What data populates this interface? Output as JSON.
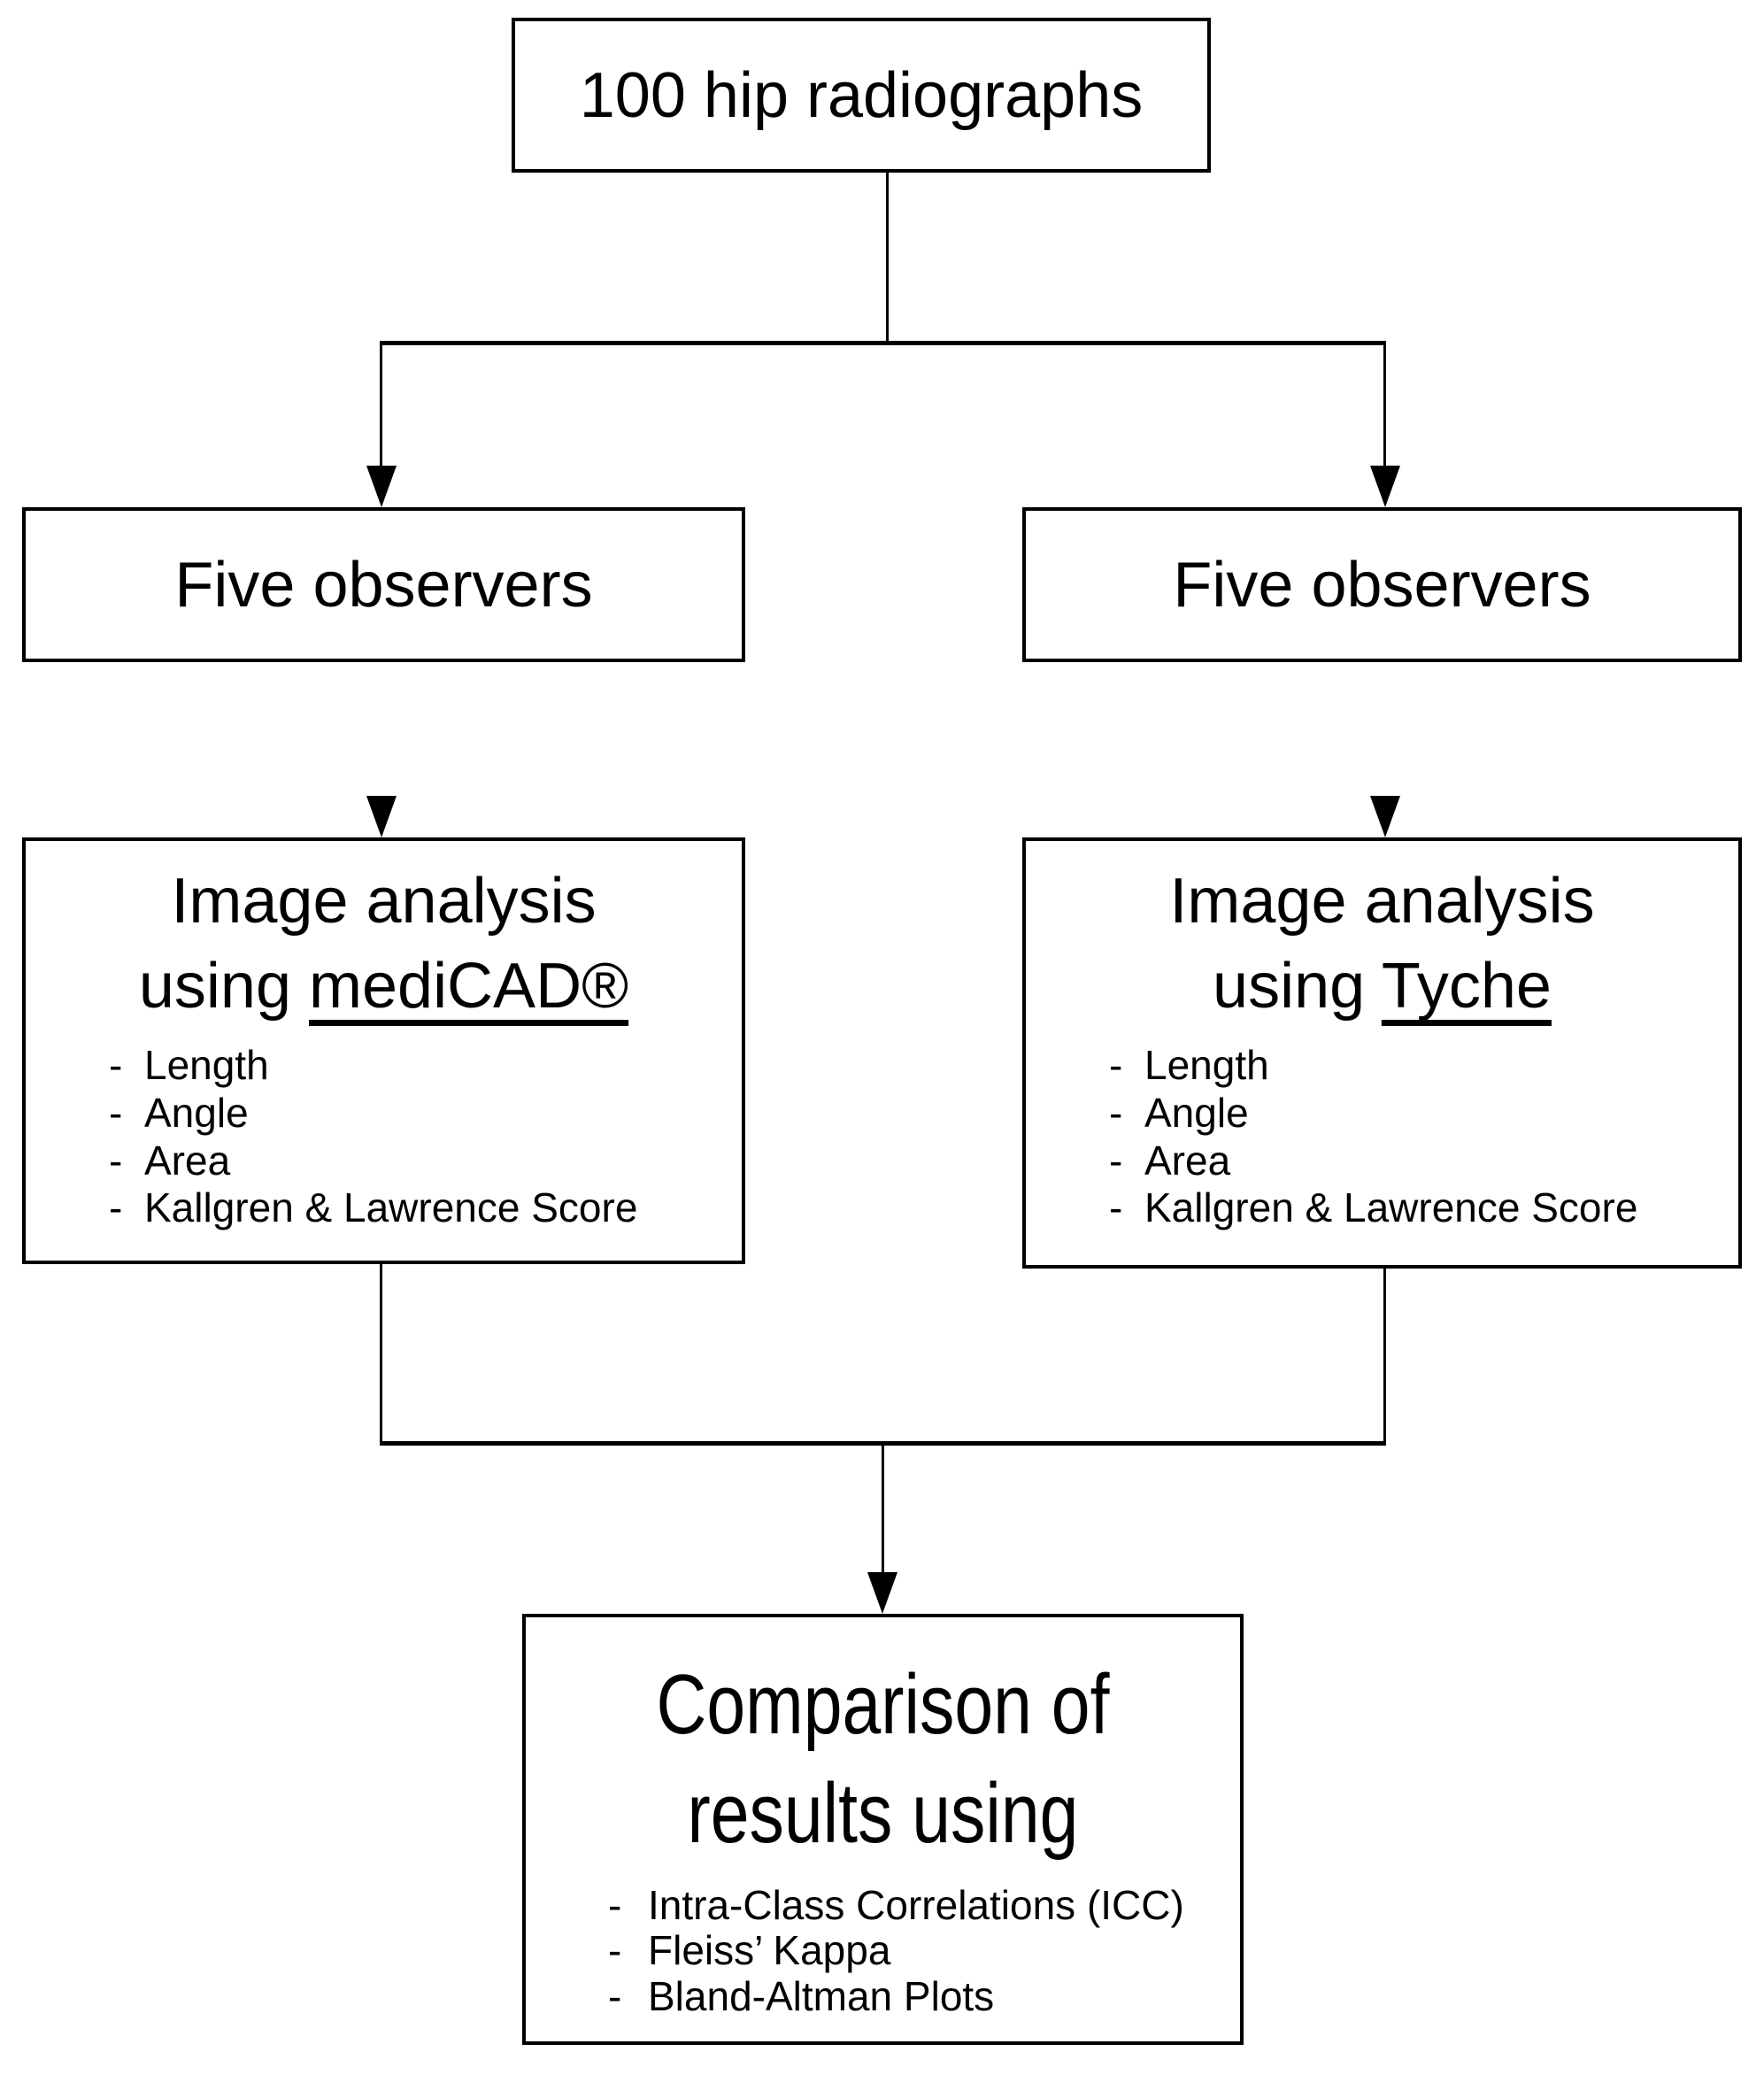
{
  "flowchart": {
    "top_box": {
      "label": "100 hip radiographs"
    },
    "branches": {
      "left": {
        "observers_label": "Five observers",
        "analysis": {
          "line1": "Image analysis",
          "line2_prefix": "using",
          "line2_tool": "mediCAD®"
        },
        "measurements": [
          "Length",
          "Angle",
          "Area",
          "Kallgren & Lawrence Score"
        ]
      },
      "right": {
        "observers_label": "Five observers",
        "analysis": {
          "line1": "Image analysis",
          "line2_prefix": "using",
          "line2_tool": "Tyche"
        },
        "measurements": [
          "Length",
          "Angle",
          "Area",
          "Kallgren & Lawrence Score"
        ]
      }
    },
    "comparison_box": {
      "title_line1": "Comparison of",
      "title_line2": "results using",
      "methods": [
        "Intra-Class Correlations (ICC)",
        "Fleiss’ Kappa",
        "Bland-Altman Plots"
      ]
    },
    "bullet_char": "-",
    "colors": {
      "line": "#000000",
      "box_fill": "#ffffff",
      "text": "#000000"
    }
  }
}
